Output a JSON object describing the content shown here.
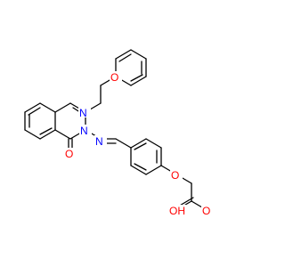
{
  "structure": {
    "atom_labels": {
      "n1": "N",
      "n3": "N",
      "n_imine": "N",
      "o_ether1": "O",
      "o_ketone": "O",
      "o_ether2": "O",
      "o_acid": "O",
      "oh_acid": "OH"
    },
    "colors": {
      "bond": "#000000",
      "nitrogen": "#0000ff",
      "oxygen": "#ff0000"
    }
  }
}
